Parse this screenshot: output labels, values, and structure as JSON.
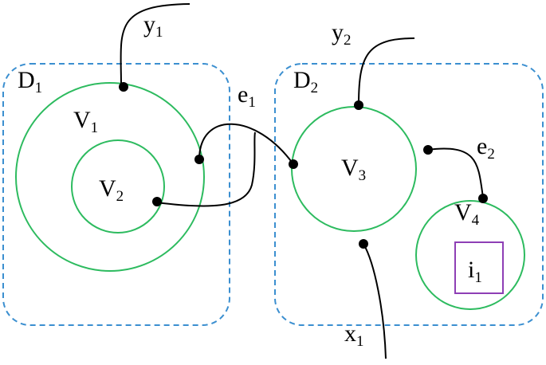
{
  "diagram": {
    "regions": [
      {
        "name": "D",
        "index": "1"
      },
      {
        "name": "D",
        "index": "2"
      }
    ],
    "vertices": [
      {
        "name": "V",
        "index": "1"
      },
      {
        "name": "V",
        "index": "2"
      },
      {
        "name": "V",
        "index": "3"
      },
      {
        "name": "V",
        "index": "4"
      }
    ],
    "edges": [
      {
        "name": "e",
        "index": "1"
      },
      {
        "name": "e",
        "index": "2"
      }
    ],
    "ports": [
      {
        "name": "y",
        "index": "1"
      },
      {
        "name": "y",
        "index": "2"
      },
      {
        "name": "x",
        "index": "1"
      }
    ],
    "inner_box": {
      "name": "i",
      "index": "1"
    },
    "colors": {
      "region_border": "#3b8fd0",
      "vertex_circle": "#2dbb5f",
      "inner_box_border": "#8e3fb5",
      "edge": "#000000",
      "node": "#000000"
    }
  }
}
